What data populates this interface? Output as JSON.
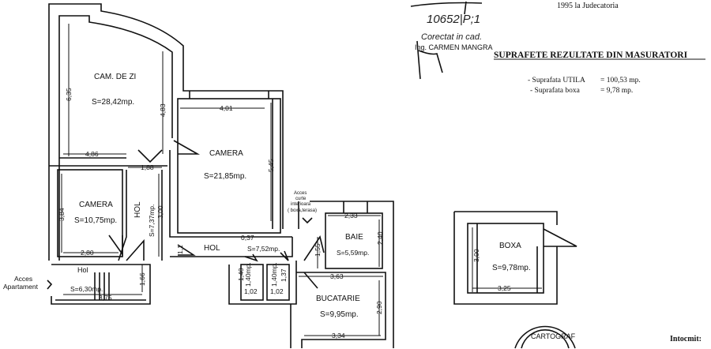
{
  "header": {
    "top_note": "1995 la Judecatoria",
    "handwritten_number": "10652|P;1",
    "handwritten_correction": "Corectat in cad.",
    "engineer": "Ing. CARMEN MANGRA"
  },
  "summary": {
    "title": "SUPRAFETE REZULTATE DIN MASURATORI",
    "lines": [
      {
        "label": "- Suprafata UTILA",
        "value": "= 100,53 mp."
      },
      {
        "label": "- Suprafata boxa",
        "value": "=    9,78 mp."
      }
    ]
  },
  "rooms": {
    "living": {
      "name": "CAM. DE ZI",
      "area": "S=28,42mp.",
      "dims": [
        "6,35",
        "4,83",
        "4,86"
      ]
    },
    "bedroom1": {
      "name": "CAMERA",
      "area": "S=21,85mp.",
      "dims": [
        "4,01",
        "5,45"
      ]
    },
    "bedroom2": {
      "name": "CAMERA",
      "area": "S=10,75mp.",
      "dims": [
        "3,84",
        "2,80"
      ]
    },
    "hall_vertical": {
      "name": "HOL",
      "area": "S=7,37mp.",
      "dims": [
        "1,88",
        "3,00"
      ]
    },
    "hall_horizontal": {
      "name": "HOL",
      "area": "S=7,52mp.",
      "dims": [
        "0,37",
        "1,1"
      ]
    },
    "entry": {
      "name": "Hol",
      "area": "S=6,30mp.",
      "dims": [
        "3,75",
        "1,66"
      ]
    },
    "wc1": {
      "area": "1,40mp.",
      "dims": [
        "1,40",
        "1,02"
      ]
    },
    "wc2": {
      "area": "1,40mp.",
      "dims": [
        "1,37",
        "1,02"
      ]
    },
    "bath": {
      "name": "BAIE",
      "area": "S=5,59mp.",
      "dims": [
        "2,33",
        "2,40",
        "1,55"
      ]
    },
    "kitchen": {
      "name": "BUCATARIE",
      "area": "S=9,95mp.",
      "dims": [
        "3,63",
        "2,90",
        "3,34"
      ]
    },
    "storage": {
      "name": "BOXA",
      "area": "S=9,78mp.",
      "dims": [
        "3,00",
        "3,25"
      ]
    }
  },
  "annotations": {
    "apartment_access": [
      "Acces",
      "Apartament"
    ],
    "courtyard_access": [
      "Acces",
      "curte",
      "interioara",
      "( boxa,terasa)"
    ]
  },
  "footer": {
    "prepared_by": "Intocmit:",
    "stamp_text": "CARTOGRAF"
  }
}
